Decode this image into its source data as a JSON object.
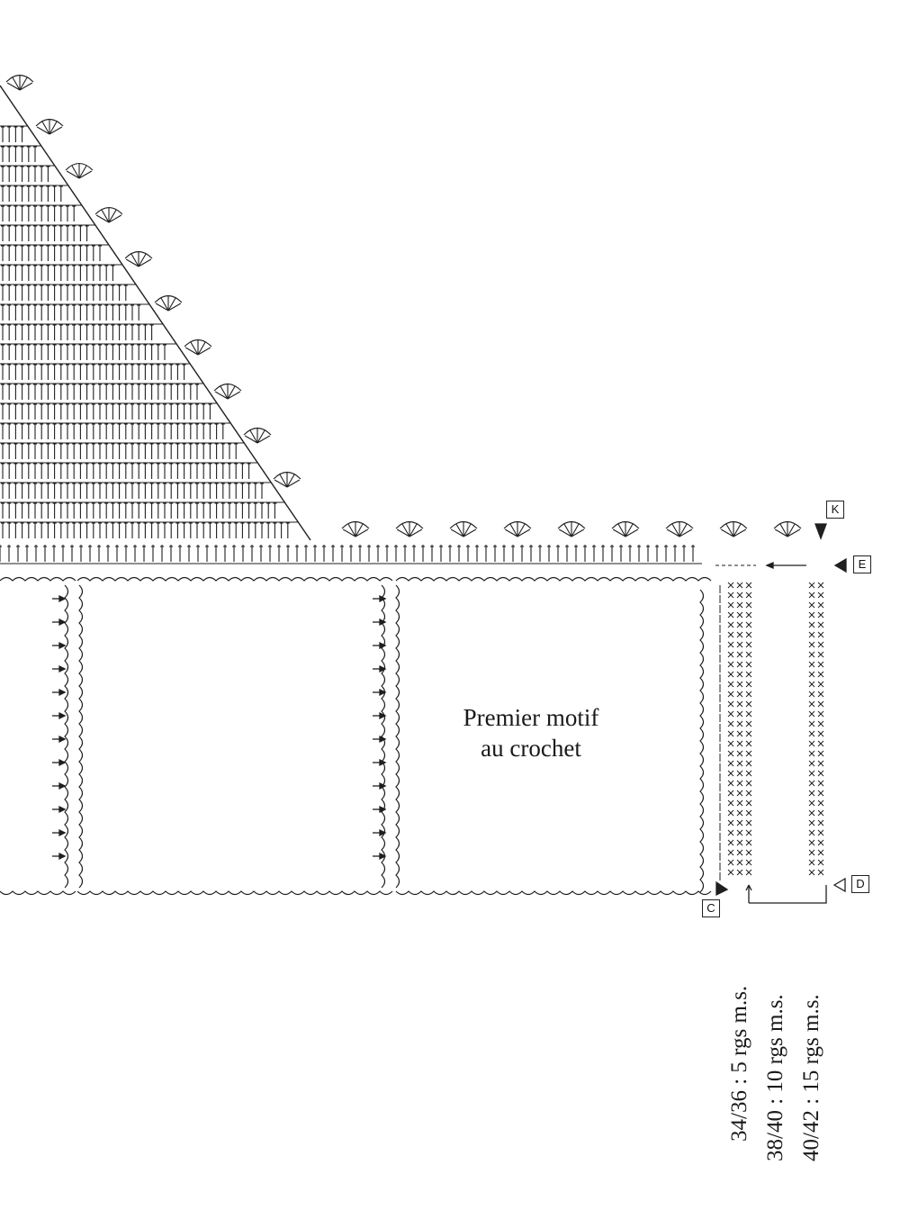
{
  "motif_label": {
    "line1": "Premier motif",
    "line2": "au crochet"
  },
  "markers": {
    "k": "K",
    "e": "E",
    "c": "C",
    "d": "D"
  },
  "size_notes": [
    "34/36 : 5 rgs m.s.",
    "38/40 : 10 rgs m.s.",
    "40/42 : 15 rgs m.s."
  ],
  "colors": {
    "ink": "#1f1f1f",
    "paper": "#ffffff"
  }
}
